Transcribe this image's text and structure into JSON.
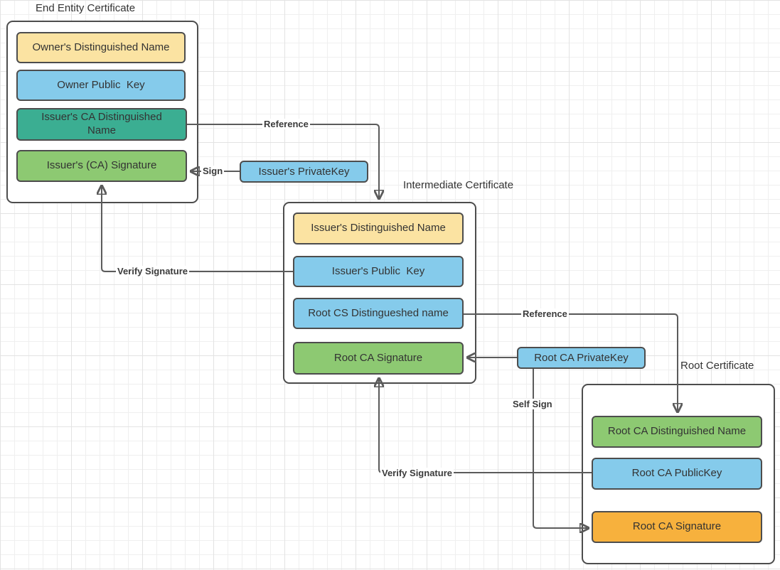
{
  "diagram": {
    "end_entity": {
      "title": "End Entity Certificate",
      "fields": [
        {
          "label": "Owner's Distinguished Name",
          "color": "#fbe3a2"
        },
        {
          "label": "Owner Public  Key",
          "color": "#85cbeb"
        },
        {
          "label": "Issuer's CA Distinguished Name",
          "color": "#3bae92"
        },
        {
          "label": "Issuer's (CA) Signature",
          "color": "#8dc972"
        }
      ]
    },
    "intermediate": {
      "title": "Intermediate Certificate",
      "fields": [
        {
          "label": "Issuer's Distinguished Name",
          "color": "#fbe3a2"
        },
        {
          "label": "Issuer's Public  Key",
          "color": "#85cbeb"
        },
        {
          "label": "Root CS Distingueshed name",
          "color": "#85cbeb"
        },
        {
          "label": "Root CA Signature",
          "color": "#8dc972"
        }
      ]
    },
    "root": {
      "title": "Root Certificate",
      "fields": [
        {
          "label": "Root CA Distinguished Name",
          "color": "#8dc972"
        },
        {
          "label": "Root CA PublicKey",
          "color": "#85cbeb"
        },
        {
          "label": "Root CA Signature",
          "color": "#f7b13d"
        }
      ]
    },
    "keys": {
      "issuer_private_key": {
        "label": "Issuer's PrivateKey",
        "color": "#85cbeb"
      },
      "root_ca_private_key": {
        "label": "Root CA PrivateKey",
        "color": "#85cbeb"
      }
    },
    "edge_labels": {
      "reference_end_to_intermediate": "Reference",
      "sign": "Sign",
      "verify_intermediate_to_end": "Verify Signature",
      "reference_intermediate_to_root": "Reference",
      "self_sign": "Self Sign",
      "verify_root_to_intermediate": "Verify Signature"
    },
    "colors": {
      "yellow": "#fbe3a2",
      "blue": "#85cbeb",
      "teal": "#3bae92",
      "green": "#8dc972",
      "orange": "#f7b13d",
      "line": "#5b5b5b",
      "border": "#4d4d4d"
    }
  }
}
